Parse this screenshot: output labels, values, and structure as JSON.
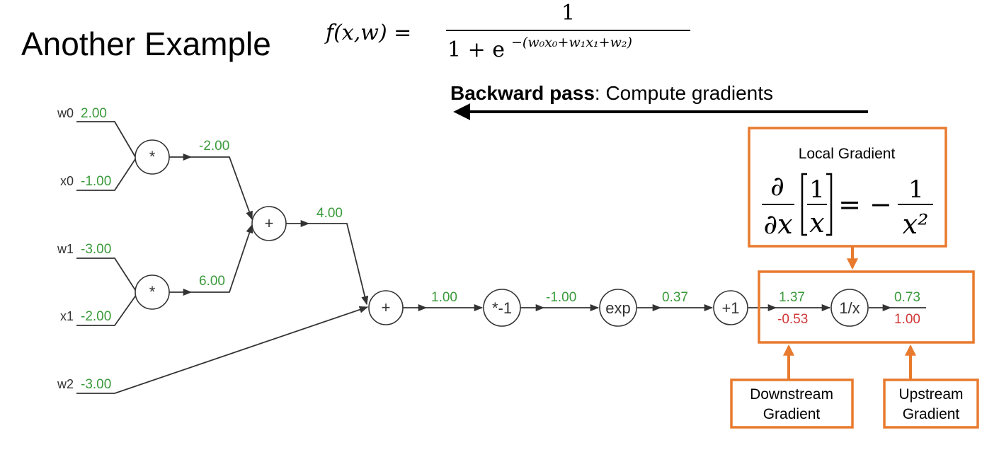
{
  "title": "Another Example",
  "formula": {
    "lhs": "f(x,w) =",
    "numerator": "1",
    "denominator_base": "1 + e",
    "denominator_exponent": "−(w₀x₀+w₁x₁+w₂)"
  },
  "backward_pass": {
    "bold": "Backward pass",
    "rest": ": Compute gradients"
  },
  "inputs": [
    {
      "name": "w0",
      "value": "2.00"
    },
    {
      "name": "x0",
      "value": "-1.00"
    },
    {
      "name": "w1",
      "value": "-3.00"
    },
    {
      "name": "x1",
      "value": "-2.00"
    },
    {
      "name": "w2",
      "value": "-3.00"
    }
  ],
  "nodes": {
    "mul1": "*",
    "mul2": "*",
    "add1": "+",
    "add2": "+",
    "neg": "*-1",
    "exp": "exp",
    "plus1": "+1",
    "inv": "1/x"
  },
  "edge_values": {
    "mul1_out": "-2.00",
    "mul2_out": "6.00",
    "add1_out": "4.00",
    "add2_out": "1.00",
    "neg_out": "-1.00",
    "exp_out": "0.37",
    "plus1_out": "1.37",
    "plus1_grad": "-0.53",
    "inv_out": "0.73",
    "inv_grad": "1.00"
  },
  "local_gradient": {
    "label": "Local Gradient",
    "d": "∂",
    "dx": "∂x",
    "bracket_num": "1",
    "bracket_den": "x",
    "equals": "= −",
    "rhs_num": "1",
    "rhs_den": "x²"
  },
  "downstream": {
    "line1": "Downstream",
    "line2": "Gradient"
  },
  "upstream": {
    "line1": "Upstream",
    "line2": "Gradient"
  },
  "colors": {
    "value_green": "#3a9a3a",
    "grad_red": "#d03838",
    "annotation_orange": "#e87a2e"
  }
}
